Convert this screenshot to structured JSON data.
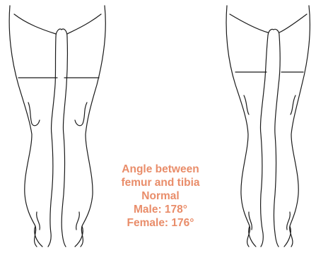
{
  "annotation": {
    "line1": "Angle between",
    "line2": "femur and tibia",
    "line3": "Normal",
    "line4": "Male: 178°",
    "line5": "Female: 176°",
    "color": "#E98D6A"
  },
  "figures": [
    {
      "subject": "legs-front-view"
    },
    {
      "subject": "legs-back-view"
    }
  ],
  "line_color": "#1a1a1a"
}
